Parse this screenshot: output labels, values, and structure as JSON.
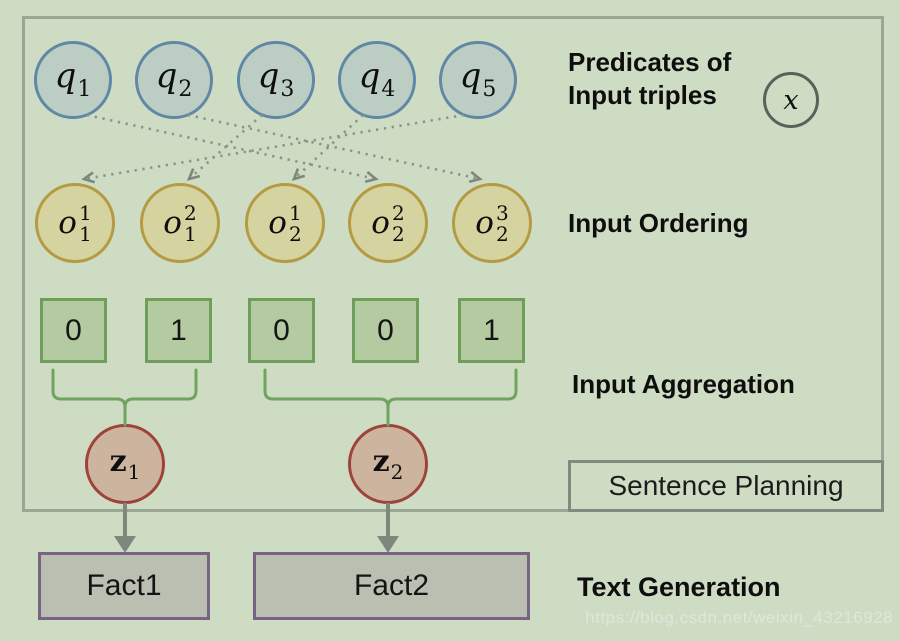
{
  "header": {
    "line1": "Predicates of",
    "line2": "Input triples",
    "x_symbol": "x"
  },
  "row_labels": {
    "ordering": "Input Ordering",
    "aggregation": "Input Aggregation",
    "planning": "Sentence Planning",
    "generation": "Text Generation"
  },
  "predicates": [
    {
      "base": "q",
      "sub": "1"
    },
    {
      "base": "q",
      "sub": "2"
    },
    {
      "base": "q",
      "sub": "3"
    },
    {
      "base": "q",
      "sub": "4"
    },
    {
      "base": "q",
      "sub": "5"
    }
  ],
  "orderings": [
    {
      "base": "o",
      "sup": "1",
      "sub": "1"
    },
    {
      "base": "o",
      "sup": "2",
      "sub": "1"
    },
    {
      "base": "o",
      "sup": "1",
      "sub": "2"
    },
    {
      "base": "o",
      "sup": "2",
      "sub": "2"
    },
    {
      "base": "o",
      "sup": "3",
      "sub": "2"
    }
  ],
  "aggregation_bits": [
    {
      "value": "0"
    },
    {
      "value": "1"
    },
    {
      "value": "0"
    },
    {
      "value": "0"
    },
    {
      "value": "1"
    }
  ],
  "plan_nodes": [
    {
      "base": "z",
      "sub": "1"
    },
    {
      "base": "z",
      "sub": "2"
    }
  ],
  "facts": [
    {
      "label": "Fact1"
    },
    {
      "label": "Fact2"
    }
  ],
  "connections": [
    {
      "from": 0,
      "to": 3
    },
    {
      "from": 1,
      "to": 4
    },
    {
      "from": 2,
      "to": 1
    },
    {
      "from": 3,
      "to": 2
    },
    {
      "from": 4,
      "to": 0
    }
  ],
  "watermark": "https://blog.csdn.net/weixin_43216928",
  "colors": {
    "bg": "#cedcc4",
    "frame": "#9aa795",
    "q-fill": "#bccec3",
    "q-stroke": "#6286a6",
    "o-fill": "#d5d3a0",
    "o-stroke": "#b49b42",
    "sq-fill": "#b4cba2",
    "sq-stroke": "#6f9e5b",
    "brace": "#6fa45e",
    "z-fill": "#ccb49f",
    "z-stroke": "#9e4339",
    "fact-fill": "#babfb2",
    "fact-stroke": "#786384",
    "arrow": "#7d877b",
    "dotted": "#8b948b",
    "x-stroke": "#5a615a",
    "plan-stroke": "#84897f",
    "watermark": "#e3e8e0"
  }
}
